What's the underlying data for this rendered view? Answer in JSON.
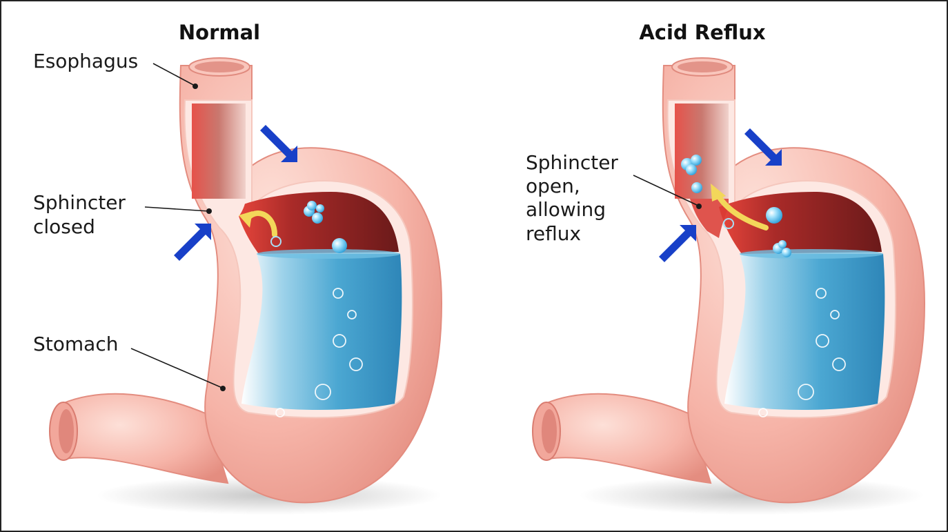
{
  "panels": [
    {
      "title": "Normal",
      "labels": {
        "esophagus": "Esophagus",
        "sphincter_line1": "Sphincter",
        "sphincter_line2": "closed",
        "stomach": "Stomach"
      }
    },
    {
      "title": "Acid Reflux",
      "labels": {
        "sphincter_line1": "Sphincter",
        "sphincter_line2": "open,",
        "sphincter_line3": "allowing",
        "sphincter_line4": "reflux"
      }
    }
  ],
  "colors": {
    "stomach_wall": "#f6b8ac",
    "stomach_wall_edge": "#e58f82",
    "inner_lining": "#fde3dc",
    "gastric_acid": "#4aa6d1",
    "acid_bubble": "#8fd8f5",
    "chamber_dark": "#7d1f1f",
    "chamber_red": "#d93a33",
    "pressure_arrow": "#1840c8",
    "flow_arrow": "#f3d75a",
    "frame": "#222222"
  },
  "icons": {
    "pressure": "blue-pressure-arrow-icon",
    "flow": "yellow-flow-arrow-icon",
    "bubble": "acid-bubble-icon"
  }
}
